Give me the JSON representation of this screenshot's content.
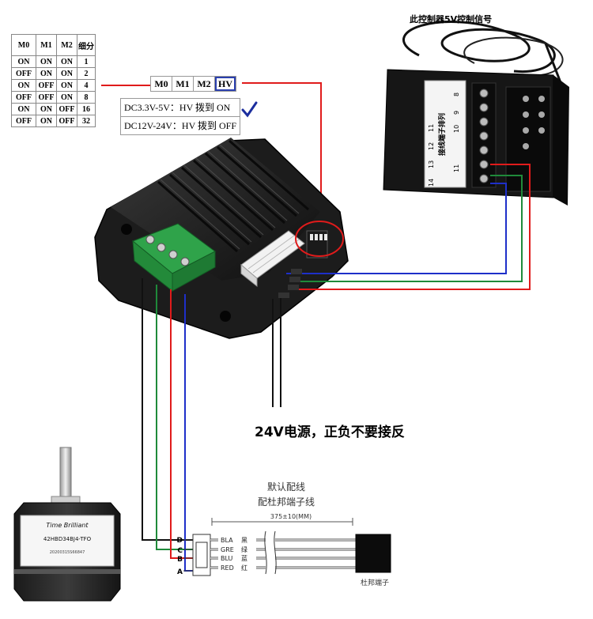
{
  "table": {
    "headers": [
      "M0",
      "M1",
      "M2",
      "细分"
    ],
    "rows": [
      [
        "ON",
        "ON",
        "ON",
        "1"
      ],
      [
        "OFF",
        "ON",
        "ON",
        "2"
      ],
      [
        "ON",
        "OFF",
        "ON",
        "4"
      ],
      [
        "OFF",
        "OFF",
        "ON",
        "8"
      ],
      [
        "ON",
        "ON",
        "OFF",
        "16"
      ],
      [
        "OFF",
        "ON",
        "OFF",
        "32"
      ]
    ]
  },
  "switch_header": {
    "m0": "M0",
    "m1": "M1",
    "m2": "M2",
    "hv": "HV"
  },
  "hv_notes": {
    "on": "DC3.3V-5V：HV 拨到 ON",
    "off": "DC12V-24V：HV 拨到 OFF"
  },
  "controller": {
    "title": "此控制器5V控制信号",
    "panel_label": "接线端子排列",
    "upper_numbers": [
      "11",
      "10",
      "9",
      "8"
    ],
    "lower_numbers": [
      "14",
      "13",
      "12",
      "11"
    ]
  },
  "power_note": "24V电源，正负不要接反",
  "motor": {
    "brand": "Time Brilliant",
    "model": "42HBD34BJ4-TFO",
    "serial": "20200315S66847"
  },
  "cable": {
    "title_line1": "默认配线",
    "title_line2": "配杜邦端子线",
    "length": "375±10(MM)",
    "connector_label": "杜邦端子",
    "pins": [
      "D",
      "C",
      "B",
      "A"
    ],
    "wires": [
      {
        "code": "BLA",
        "cn": "黑"
      },
      {
        "code": "GRE",
        "cn": "绿"
      },
      {
        "code": "BLU",
        "cn": "蓝"
      },
      {
        "code": "RED",
        "cn": "红"
      }
    ]
  },
  "colors": {
    "red_wire": "#e01b1b",
    "green_wire": "#1f8a3a",
    "blue_wire": "#1e2fc9",
    "black_wire": "#111111",
    "terminal_green": "#2fa34a",
    "check_blue": "#1c2e9e"
  }
}
